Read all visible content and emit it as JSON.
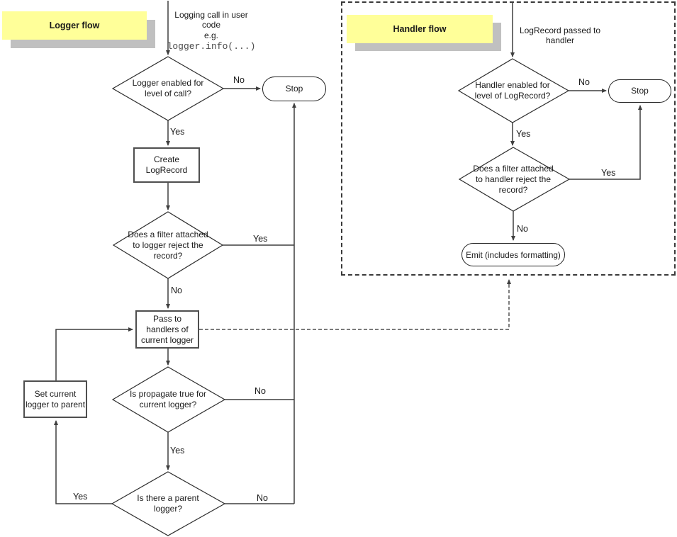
{
  "colors": {
    "note_bg": "#ffff99",
    "note_shadow": "#c0c0c0",
    "line": "#3f3f3f",
    "text": "#1a1a1a"
  },
  "logger": {
    "title": "Logger flow",
    "entry": "Logging call in user\ncode\ne.g.",
    "entry_code": "logger.info(...)",
    "decision_level": "Logger enabled for\nlevel of call?",
    "stop": "Stop",
    "create": "Create\nLogRecord",
    "decision_filter": "Does a filter attached\nto logger reject the\nrecord?",
    "pass": "Pass to\nhandlers of\ncurrent logger",
    "decision_propagate": "Is propagate true for\ncurrent logger?",
    "decision_parent": "Is there a parent\nlogger?",
    "set_parent": "Set current\nlogger to parent",
    "edges": {
      "level_no": "No",
      "level_yes": "Yes",
      "filter_yes": "Yes",
      "filter_no": "No",
      "propagate_no": "No",
      "propagate_yes": "Yes",
      "parent_no": "No",
      "parent_yes": "Yes"
    }
  },
  "handler": {
    "title": "Handler flow",
    "entry": "LogRecord passed to\nhandler",
    "decision_level": "Handler enabled for\nlevel of LogRecord?",
    "stop": "Stop",
    "decision_filter": "Does a filter attached\nto handler reject the\nrecord?",
    "emit": "Emit (includes formatting)",
    "edges": {
      "level_no": "No",
      "level_yes": "Yes",
      "filter_yes": "Yes",
      "filter_no": "No"
    }
  }
}
